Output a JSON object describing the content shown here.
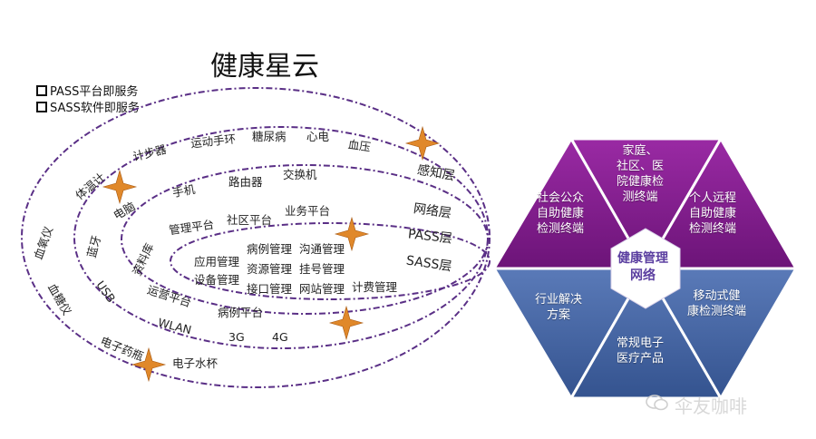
{
  "title": "健康星云",
  "legend": [
    {
      "text": "PASS平台即服务"
    },
    {
      "text": "SASS软件即服务"
    }
  ],
  "layers": {
    "perception": "感知层",
    "network": "网络层",
    "pass": "PASS层",
    "sass": "SASS层"
  },
  "ring1": [
    "计步器",
    "运动手环",
    "糖尿病",
    "心电",
    "血压",
    "体温计",
    "血氧仪",
    "血糖仪",
    "电子药瓶",
    "电子水杯"
  ],
  "ring2": [
    "手机",
    "路由器",
    "交换机",
    "电脑",
    "蓝牙",
    "USB",
    "WLAN",
    "3G",
    "4G"
  ],
  "ring3": [
    "管理平台",
    "社区平台",
    "业务平台",
    "资料库",
    "运营平台",
    "病例平台"
  ],
  "ring4": [
    "应用管理",
    "病例管理",
    "沟通管理",
    "资源管理",
    "挂号管理",
    "设备管理",
    "接口管理",
    "网站管理",
    "计费管理"
  ],
  "hexagon": {
    "center": "健康管理\n网络",
    "top": "家庭、\n社区、医\n院健康检\n测终端",
    "upper_left": "社会公众\n自助健康\n检测终端",
    "upper_right": "个人远程\n自助健康\n检测终端",
    "lower_left": "行业解决\n方案",
    "bottom": "常规电子\n医疗产品",
    "lower_right": "移动式健\n康检测终端"
  },
  "colors": {
    "purple": "#7d1a86",
    "blue": "#3f5f9e",
    "ring": "#5a2f86",
    "star": "#e08a2a"
  },
  "watermark": "伞友咖啡"
}
